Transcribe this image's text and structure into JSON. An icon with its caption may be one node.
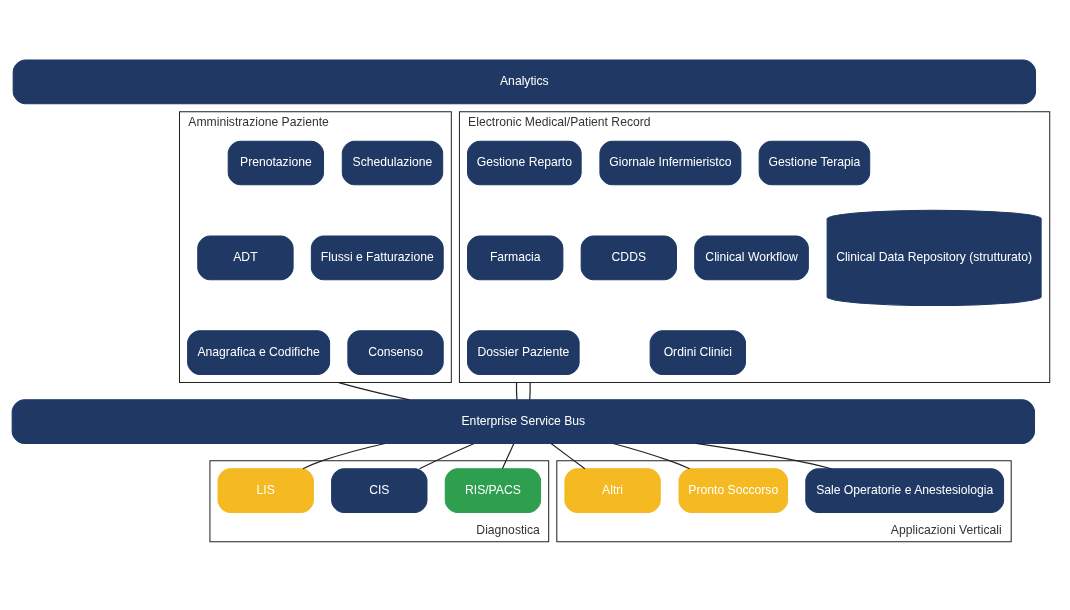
{
  "diagram": {
    "nodes": [
      {
        "text": [
          "Analytics"
        ]
      },
      {
        "text": [
          "Amministrazione Paziente"
        ]
      },
      {
        "text": [
          "Prenotazione"
        ],
        "in": 1
      },
      {
        "text": [
          "Schedulazione"
        ],
        "in": 1
      },
      {
        "text": [
          "ADT"
        ],
        "in": 1
      },
      {
        "text": [
          "Flussi e Fatturazione"
        ],
        "in": 1
      },
      {
        "text": [
          "Anagrafica e Codifiche"
        ],
        "in": 1
      },
      {
        "text": [
          "Consenso"
        ],
        "in": 1
      },
      {
        "text": [
          "Electronic Medical/Patient Record"
        ]
      },
      {
        "text": [
          "Gestione Terapia"
        ],
        "in": 8
      },
      {
        "text": [
          "Gestione Reparto"
        ],
        "in": 8
      },
      {
        "text": [
          "Giornale Infermieristco"
        ],
        "in": 8
      },
      {
        "text": [
          "Clinical Workflow"
        ],
        "in": 8
      },
      {
        "text": [
          "Farmacia"
        ],
        "in": 8
      },
      {
        "text": [
          "CDDS"
        ],
        "in": 8
      },
      {
        "text": [
          "Ordini Clinici"
        ],
        "in": 8
      },
      {
        "text": [
          "Dossier Paziente"
        ],
        "in": 8
      },
      {
        "text": [
          "Clinical Data Repository (strutturato)"
        ],
        "in": 8
      },
      {
        "text": [
          "Enterprise Service Bus"
        ]
      },
      {
        "text": [
          "Diagnostica"
        ]
      },
      {
        "text": [
          "RIS/PACS"
        ],
        "in": 19
      },
      {
        "text": [
          "CIS"
        ],
        "in": 19
      },
      {
        "text": [
          "LIS"
        ],
        "in": 19
      },
      {
        "text": [
          "Applicazioni Verticali"
        ]
      },
      {
        "text": [
          "Sale Operatorie e Anestesiologia"
        ],
        "in": 23
      },
      {
        "text": [
          "Pronto Soccorso"
        ],
        "in": 23
      },
      {
        "text": [
          "Altri"
        ],
        "in": 23
      }
    ],
    "edges": [
      {
        "from": 1,
        "to": 18,
        "arrow": "none"
      },
      {
        "from": 8,
        "to": 18,
        "arrow": "none"
      },
      {
        "from": 8,
        "to": 18,
        "arrow": "none"
      },
      {
        "from": 18,
        "to": 20,
        "arrow": "none"
      },
      {
        "from": 18,
        "to": 21,
        "arrow": "none"
      },
      {
        "from": 18,
        "to": 22,
        "arrow": "none"
      },
      {
        "from": 18,
        "to": 24,
        "arrow": "none"
      },
      {
        "from": 18,
        "to": 25,
        "arrow": "none"
      },
      {
        "from": 18,
        "to": 26,
        "arrow": "none"
      }
    ]
  }
}
